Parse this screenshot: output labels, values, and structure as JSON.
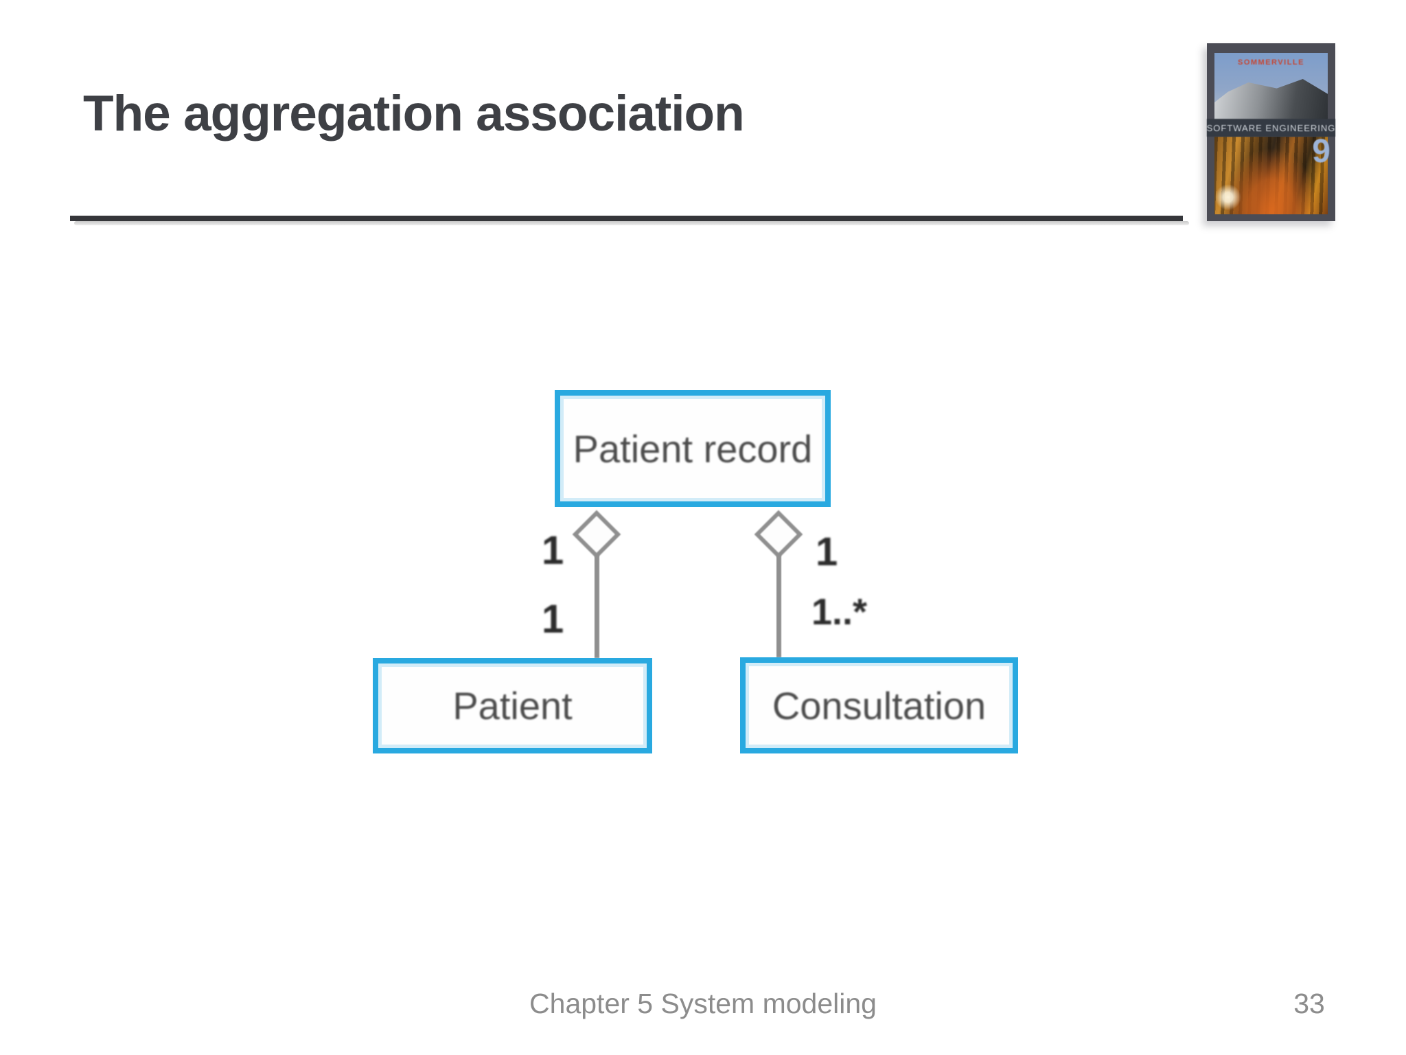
{
  "slide": {
    "title": "The aggregation association",
    "footer_text": "Chapter 5 System modeling",
    "page_number": "33"
  },
  "book_cover": {
    "author": "SOMMERVILLE",
    "title": "SOFTWARE ENGINEERING",
    "edition_number": "9"
  },
  "diagram": {
    "type": "uml-class-diagram-aggregation",
    "classes": [
      {
        "id": "patient-record",
        "label": "Patient record"
      },
      {
        "id": "patient",
        "label": "Patient"
      },
      {
        "id": "consultation",
        "label": "Consultation"
      }
    ],
    "associations": [
      {
        "from": "patient-record",
        "to": "patient",
        "aggregation_end": "patient-record",
        "from_multiplicity": "1",
        "to_multiplicity": "1"
      },
      {
        "from": "patient-record",
        "to": "consultation",
        "aggregation_end": "patient-record",
        "from_multiplicity": "1",
        "to_multiplicity": "1..*"
      }
    ]
  },
  "colors": {
    "class_box_border": "#29a9e0",
    "connector_gray": "#8f8f8f",
    "title_text": "#3e4045",
    "footer_text": "#8c8c8c",
    "cover_frame": "#4b4c55",
    "cover_author_red": "#c54836",
    "cover_edition_blue": "#9db4d8"
  }
}
